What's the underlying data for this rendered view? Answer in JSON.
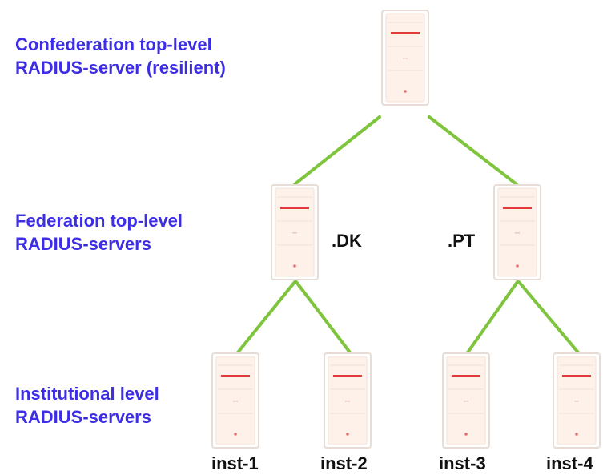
{
  "levels": {
    "confederation": {
      "line1": "Confederation top-level",
      "line2": "RADIUS-server (resilient)"
    },
    "federation": {
      "line1": "Federation top-level",
      "line2": "RADIUS-servers"
    },
    "institutional": {
      "line1": "Institutional level",
      "line2": "RADIUS-servers"
    }
  },
  "servers": {
    "dk": {
      "label": ".DK"
    },
    "pt": {
      "label": ".PT"
    },
    "inst1": {
      "label": "inst-1"
    },
    "inst2": {
      "label": "inst-2"
    },
    "inst3": {
      "label": "inst-3"
    },
    "inst4": {
      "label": "inst-4"
    }
  },
  "colors": {
    "label_text": "#3d2ee6",
    "link_line": "#7ec43c",
    "server_face": "#fdf1ea",
    "server_stripe": "#e03a3a"
  }
}
